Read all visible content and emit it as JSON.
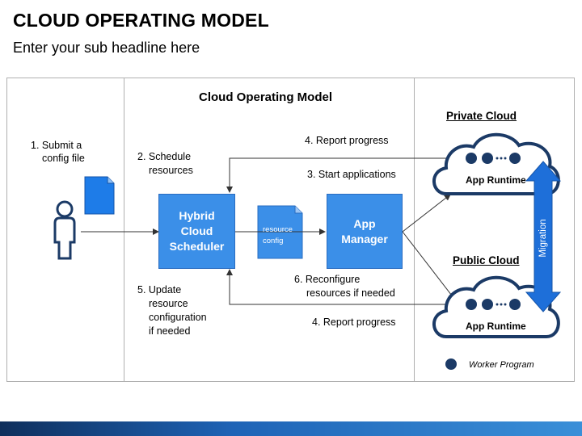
{
  "header": {
    "title": "CLOUD OPERATING MODEL",
    "subtitle": "Enter your sub headline here"
  },
  "diagram": {
    "center_title": "Cloud Operating Model",
    "steps": {
      "submit_1": "1. Submit a",
      "submit_2": "config file",
      "schedule_1": "2. Schedule",
      "schedule_2": "resources",
      "start": "3. Start applications",
      "report_top": "4. Report progress",
      "update_1": "5. Update",
      "update_2": "resource",
      "update_3": "configuration",
      "update_4": "if needed",
      "reconfig_1": "6. Reconfigure",
      "reconfig_2": "resources if needed",
      "report_bottom": "4. Report progress"
    },
    "scheduler_label": "Hybrid Cloud Scheduler",
    "scheduler_lines": [
      "Hybrid",
      "Cloud",
      "Scheduler"
    ],
    "resource_config_lines": [
      "resource",
      "config"
    ],
    "app_manager_lines": [
      "App",
      "Manager"
    ],
    "private_cloud": "Private Cloud",
    "public_cloud": "Public Cloud",
    "runtime_label": "App Runtime",
    "migration": "Migration",
    "legend": "Worker Program",
    "colors": {
      "accent_blue": "#3b8fe8",
      "dark_navy": "#1b3a66",
      "migration_blue": "#1e6fd9"
    }
  }
}
